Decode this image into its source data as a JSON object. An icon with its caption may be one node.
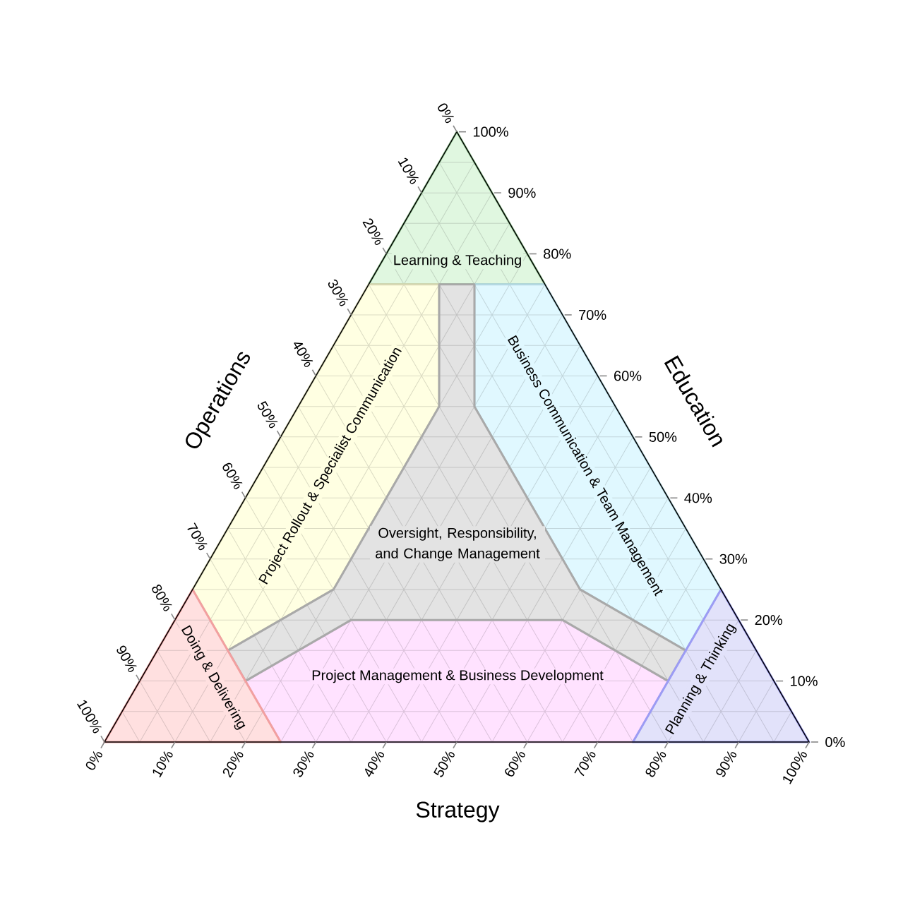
{
  "diagram": {
    "nodes": [
      {
        "text": [
          "Learning & Teaching"
        ]
      },
      {
        "text": [
          "Project Rollout & Specialist Communication"
        ]
      },
      {
        "text": [
          "Business Communication & Team Management"
        ]
      },
      {
        "text": [
          "Oversight, Responsibility, and Change Management"
        ]
      },
      {
        "text": [
          "Doing & Delivering"
        ]
      },
      {
        "text": [
          "Project Management & Business Development"
        ]
      },
      {
        "text": [
          "Planning & Thinking"
        ]
      }
    ],
    "labels": [
      "0%",
      "10%",
      "20%",
      "30%",
      "40%",
      "50%",
      "60%",
      "70%",
      "80%",
      "90%",
      "100%",
      "Operations",
      "100%",
      "90%",
      "80%",
      "70%",
      "60%",
      "50%",
      "40%",
      "30%",
      "20%",
      "10%",
      "0%",
      "Education",
      "0%",
      "10%",
      "20%",
      "30%",
      "40%",
      "50%",
      "60%",
      "70%",
      "80%",
      "90%",
      "100%",
      "Strategy"
    ]
  }
}
